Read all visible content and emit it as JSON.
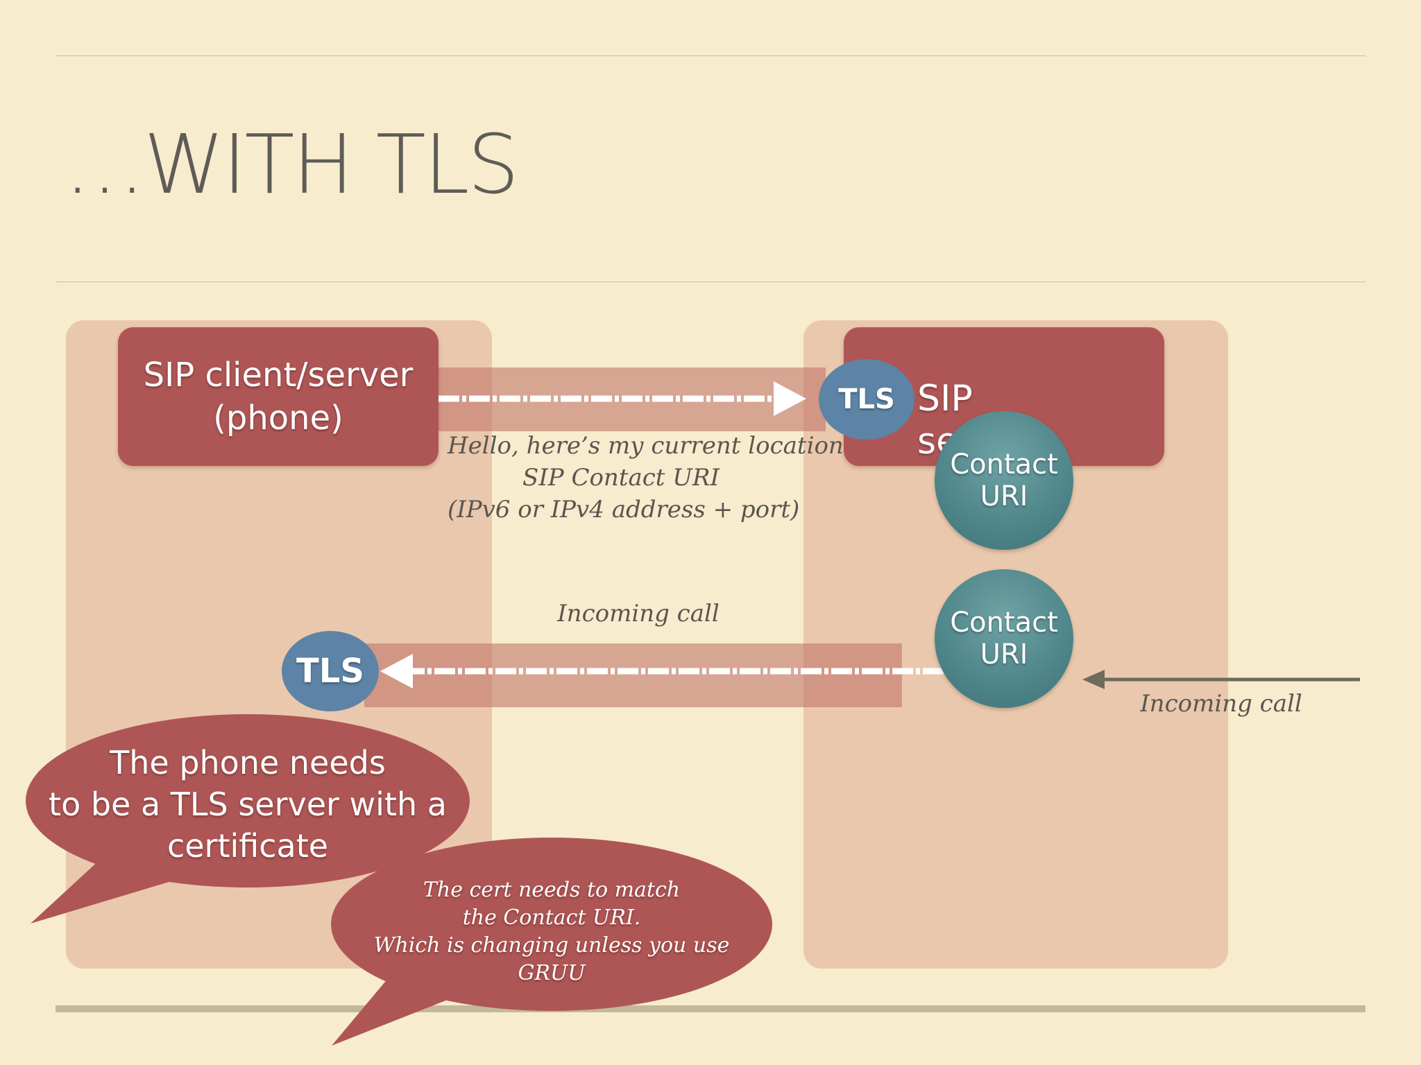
{
  "title": "…WITH TLS",
  "client_box": {
    "line1": "SIP client/server",
    "line2": "(phone)"
  },
  "server_box": {
    "label": "SIP server"
  },
  "tls_server": "TLS",
  "tls_client": "TLS",
  "contact_uri_top": {
    "line1": "Contact",
    "line2": "URI"
  },
  "contact_uri_bottom": {
    "line1": "Contact",
    "line2": "URI"
  },
  "register_note": {
    "line1": "Hello, here’s my current location",
    "line2": "SIP Contact URI",
    "line3": "(IPv6 or IPv4 address + port)"
  },
  "incoming_call_label": "Incoming call",
  "incoming_call_external_label": "Incoming call",
  "bubble_large": {
    "line1": "The phone needs",
    "line2": "to be a TLS server with a",
    "line3": "certificate"
  },
  "bubble_small": {
    "line1": "The cert needs to match",
    "line2": "the Contact URI.",
    "line3": "Which is changing unless you use GRUU"
  },
  "colors": {
    "background": "#f7eccd",
    "panel": "#e3c0a6",
    "box_red": "#ae5655",
    "tls_blue": "#5d84a6",
    "contact_teal": "#4e8589",
    "arrow_gray": "#6e6a5c"
  }
}
